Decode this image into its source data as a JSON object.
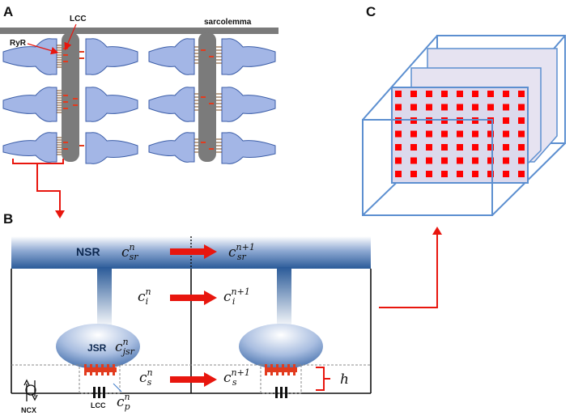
{
  "panels": {
    "a": "A",
    "b": "B",
    "c": "C"
  },
  "panel_a": {
    "membrane_label": "sarcolemma",
    "lcc_label": "LCC",
    "ryr_label": "RyR"
  },
  "panel_b": {
    "nsr_label": "NSR",
    "jsr_label": "JSR",
    "lcc_label": "LCC",
    "ncx_label": "NCX",
    "height_symbol": "h",
    "vars": {
      "c_sr_n": {
        "base": "c",
        "sub": "sr",
        "sup": "n"
      },
      "c_sr_n1": {
        "base": "c",
        "sub": "sr",
        "sup": "n+1"
      },
      "c_i_n": {
        "base": "c",
        "sub": "i",
        "sup": "n"
      },
      "c_i_n1": {
        "base": "c",
        "sub": "i",
        "sup": "n+1"
      },
      "c_jsr_n": {
        "base": "c",
        "sub": "jsr",
        "sup": "n"
      },
      "c_s_n": {
        "base": "c",
        "sub": "s",
        "sup": "n"
      },
      "c_s_n1": {
        "base": "c",
        "sub": "s",
        "sup": "n+1"
      },
      "c_p_n": {
        "base": "c",
        "sub": "p",
        "sup": "n"
      }
    }
  },
  "colors": {
    "membrane_gray": "#7b7b7b",
    "dyad_blue": "#a3b6e6",
    "dyad_outline": "#3c5ea8",
    "ryr_brown": "#7a4a1e",
    "channel_red": "#e23b1e",
    "arrow_red": "#e8160e",
    "nsr_dark": "#2a5a98",
    "box_blue": "#5c8fd0",
    "grid_red": "#ff0000",
    "grid_bg": "#dcd9ec"
  }
}
